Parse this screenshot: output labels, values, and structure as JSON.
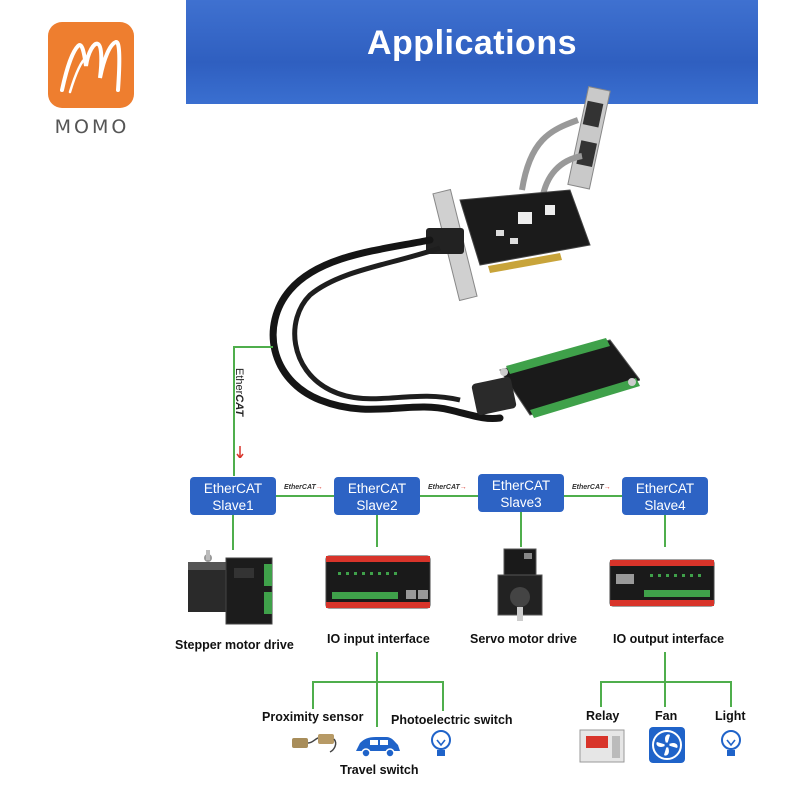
{
  "logo": {
    "text": "MOMO",
    "color": "#ee7e2f"
  },
  "header": {
    "title": "Applications",
    "color": "#3a6acb"
  },
  "vertical_label": {
    "line1": "Ether",
    "line2": "CAT"
  },
  "ethercat_tag": {
    "left": "EtherCAT"
  },
  "slaves": [
    {
      "line1": "EtherCAT",
      "line2": "Slave1"
    },
    {
      "line1": "EtherCAT",
      "line2": "Slave2"
    },
    {
      "line1": "EtherCAT",
      "line2": "Slave3"
    },
    {
      "line1": "EtherCAT",
      "line2": "Slave4"
    }
  ],
  "devices": {
    "stepper": "Stepper motor drive",
    "io_input": "IO input interface",
    "servo": "Servo motor drive",
    "io_output": "IO output interface"
  },
  "inputs": {
    "proximity": "Proximity sensor",
    "photoelectric": "Photoelectric switch",
    "travel": "Travel switch"
  },
  "outputs": {
    "relay": "Relay",
    "fan": "Fan",
    "light": "Light"
  },
  "colors": {
    "node": "#2d63c4",
    "line": "#4fae4c",
    "accent": "#d8342a"
  }
}
